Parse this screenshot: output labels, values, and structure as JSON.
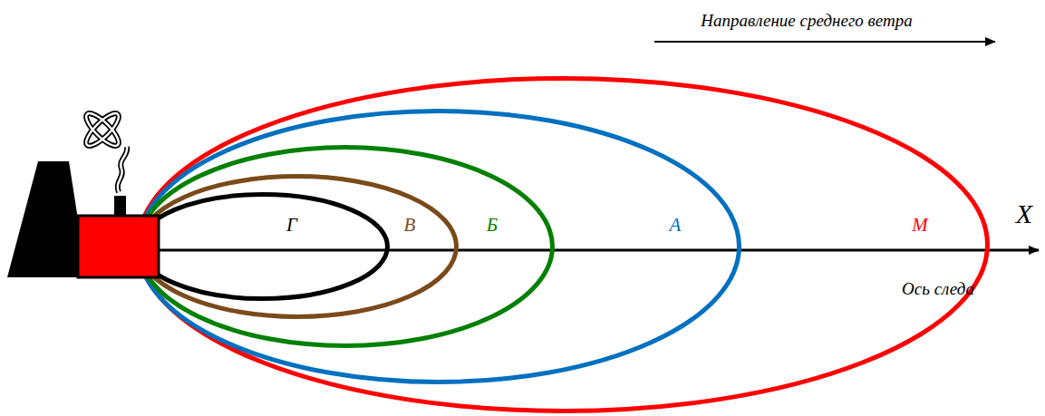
{
  "diagram": {
    "nodes": [
      {
        "text": [
          "М"
        ]
      },
      {
        "text": [
          "А"
        ],
        "in": 0
      },
      {
        "text": [
          "Б"
        ],
        "in": 1
      },
      {
        "text": [
          "В"
        ],
        "in": 2
      },
      {
        "text": [
          "Г"
        ],
        "in": 3
      }
    ],
    "labels": [
      "Направление среднего ветра",
      "X",
      "Ось следа"
    ]
  }
}
